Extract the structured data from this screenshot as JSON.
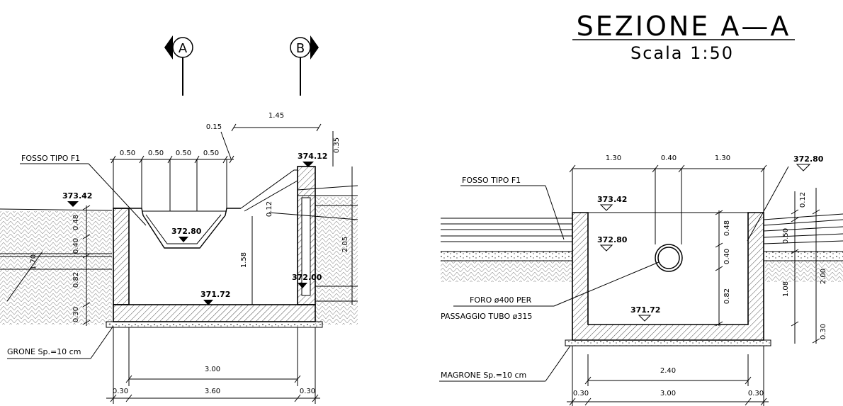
{
  "markers": {
    "a": "A",
    "b": "B"
  },
  "title": {
    "main": "SEZIONE A—A",
    "scale": "Scala 1:50"
  },
  "left": {
    "dims_top": [
      "0.50",
      "0.50",
      "0.50",
      "0.50",
      "0.15",
      "1.45",
      "0.35"
    ],
    "fosso": "FOSSO TIPO F1",
    "levels": [
      "374.12",
      "373.42",
      "372.80",
      "372.00",
      "371.72"
    ],
    "vdims": [
      "0.48",
      "0.40",
      "0.82",
      "0.30",
      "1.70",
      "1.58",
      "2.05",
      "0.12"
    ],
    "magrone": "GRONE Sp.=10 cm",
    "dims_bottom": [
      "3.00",
      "0.30",
      "3.60",
      "0.30"
    ]
  },
  "right": {
    "dims_top": [
      "1.30",
      "0.40",
      "1.30"
    ],
    "fosso": "FOSSO TIPO F1",
    "levels": [
      "372.80",
      "373.42",
      "372.80",
      "371.72"
    ],
    "vdims": [
      "0.48",
      "0.40",
      "0.82",
      "0.12",
      "0.50",
      "1.08",
      "2.00",
      "0.30"
    ],
    "foro_1": "FORO ø400 PER",
    "foro_2": "PASSAGGIO TUBO ø315",
    "magrone": "MAGRONE Sp.=10 cm",
    "dims_bottom": [
      "2.40",
      "0.30",
      "3.00",
      "0.30"
    ]
  }
}
